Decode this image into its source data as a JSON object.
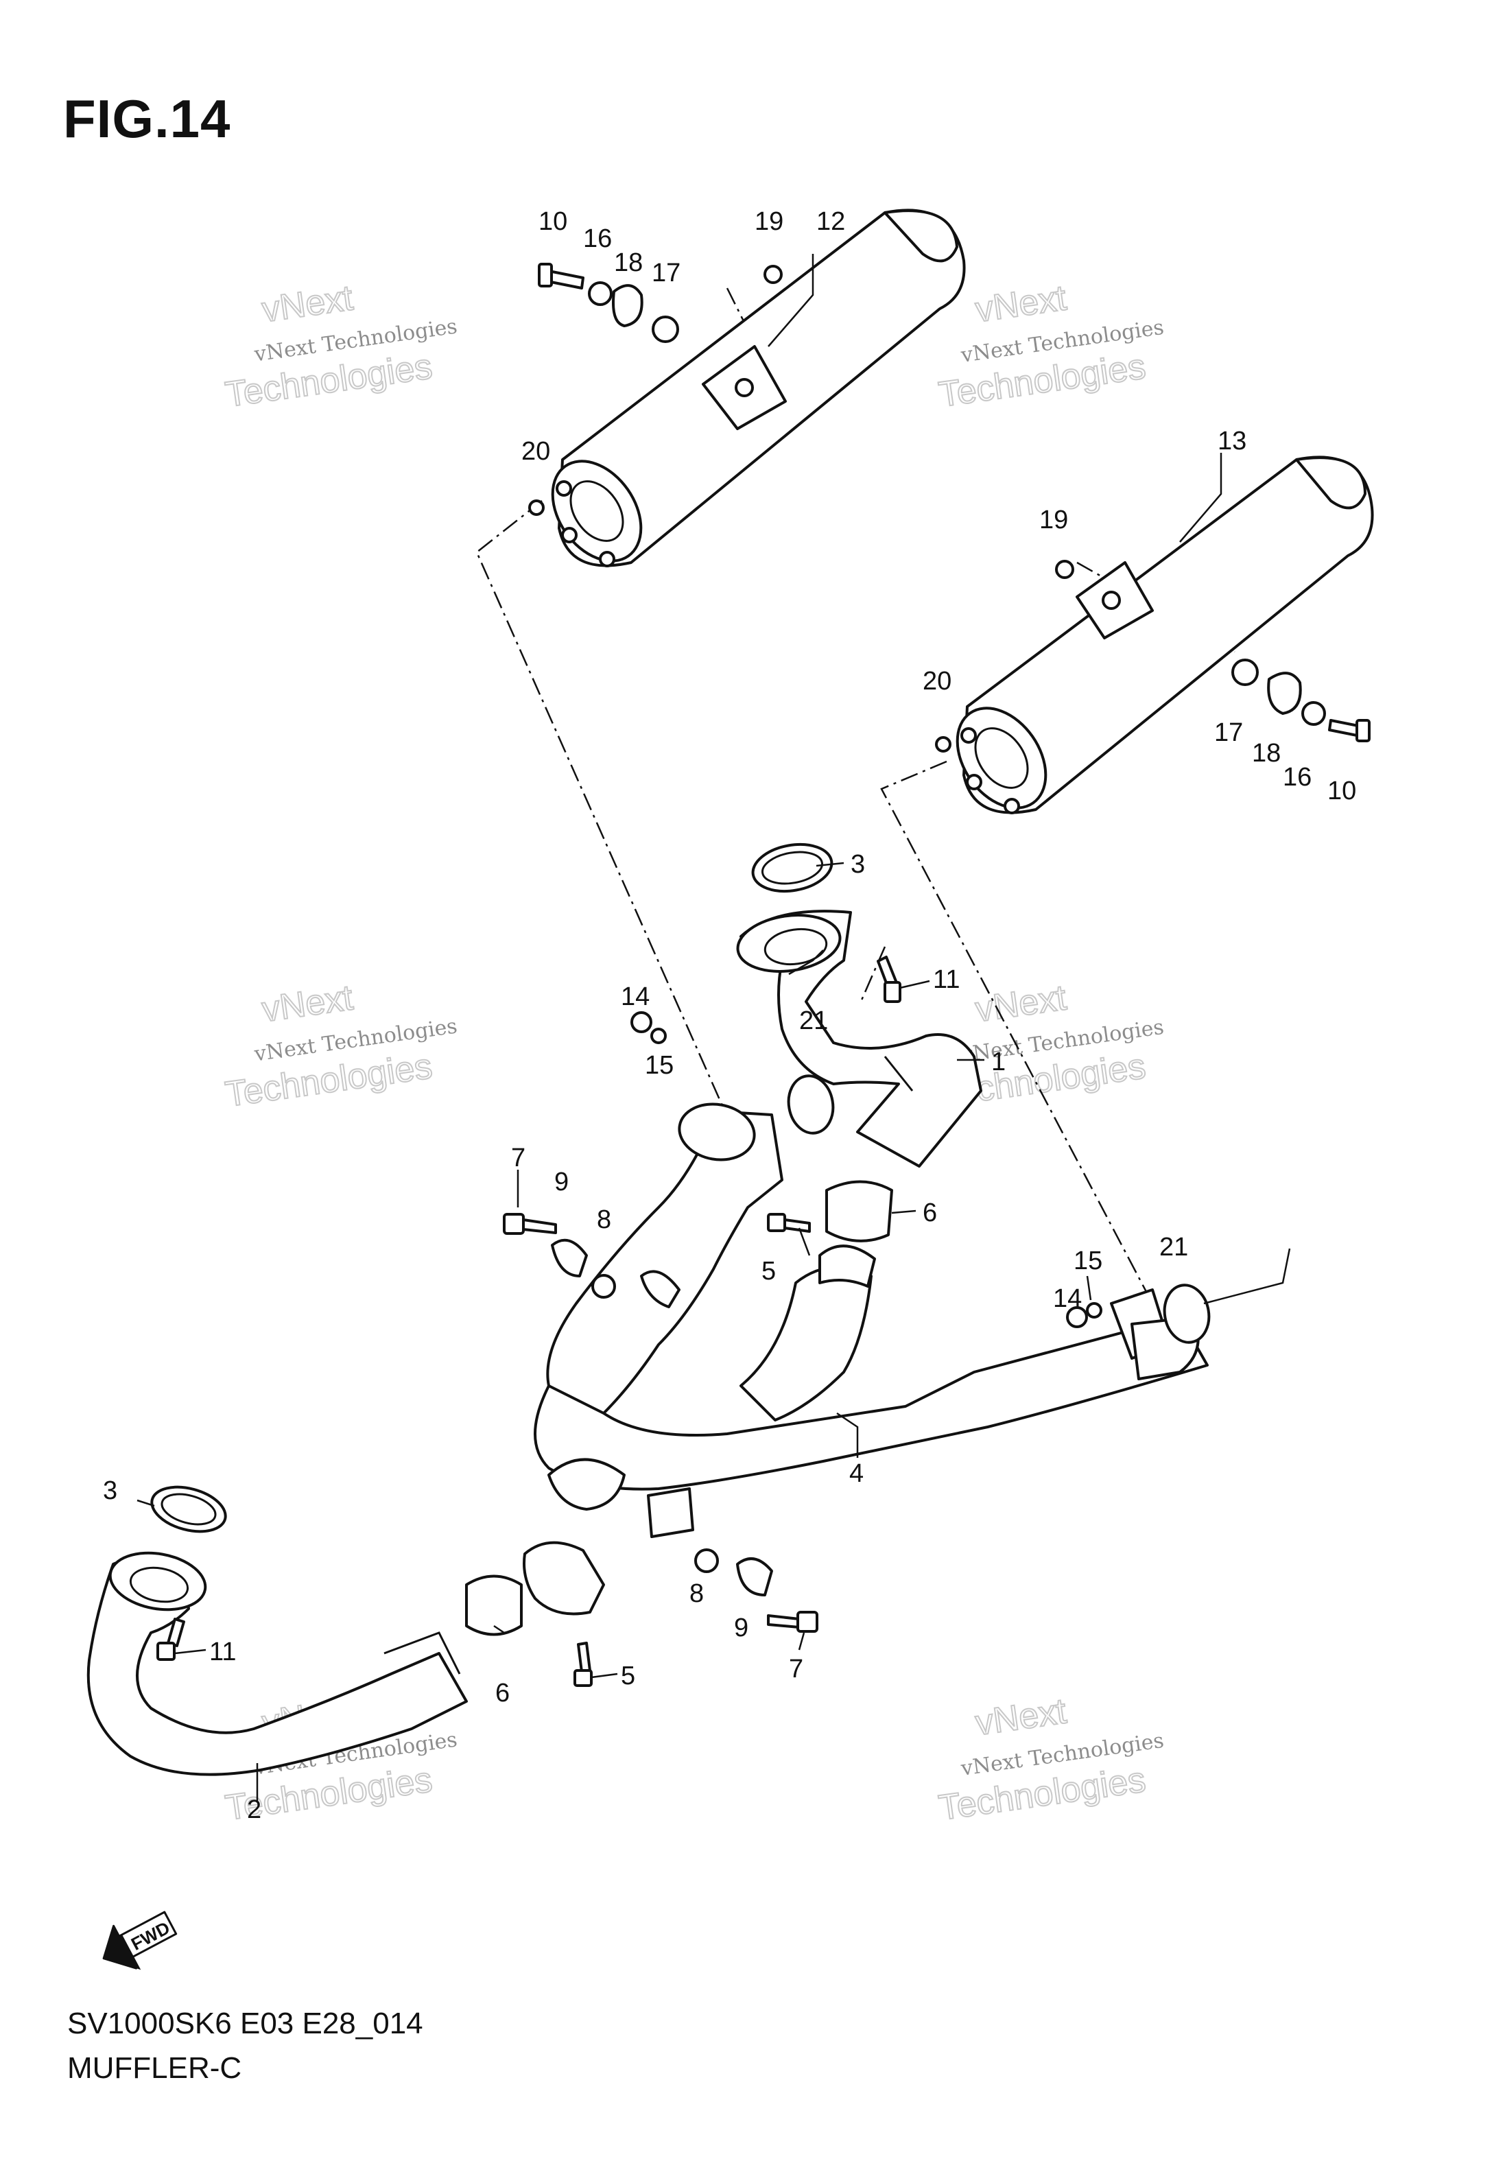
{
  "figure": {
    "title": "FIG.14",
    "code": "SV1000SK6 E03 E28_014",
    "name": "MUFFLER-C"
  },
  "direction_label": "FWD",
  "watermark": {
    "line1": "vNext",
    "line2": "vNext Technologies",
    "line3": "Technologies"
  },
  "callouts": {
    "c1": "1",
    "c2": "2",
    "c3a": "3",
    "c3b": "3",
    "c4": "4",
    "c5a": "5",
    "c5b": "5",
    "c6a": "6",
    "c6b": "6",
    "c7a": "7",
    "c7b": "7",
    "c8a": "8",
    "c8b": "8",
    "c9a": "9",
    "c9b": "9",
    "c10a": "10",
    "c10b": "10",
    "c11a": "11",
    "c11b": "11",
    "c12": "12",
    "c13": "13",
    "c14a": "14",
    "c14b": "14",
    "c15a": "15",
    "c15b": "15",
    "c16a": "16",
    "c16b": "16",
    "c17a": "17",
    "c17b": "17",
    "c18a": "18",
    "c18b": "18",
    "c19a": "19",
    "c19b": "19",
    "c20a": "20",
    "c20b": "20",
    "c21a": "21",
    "c21b": "21"
  }
}
